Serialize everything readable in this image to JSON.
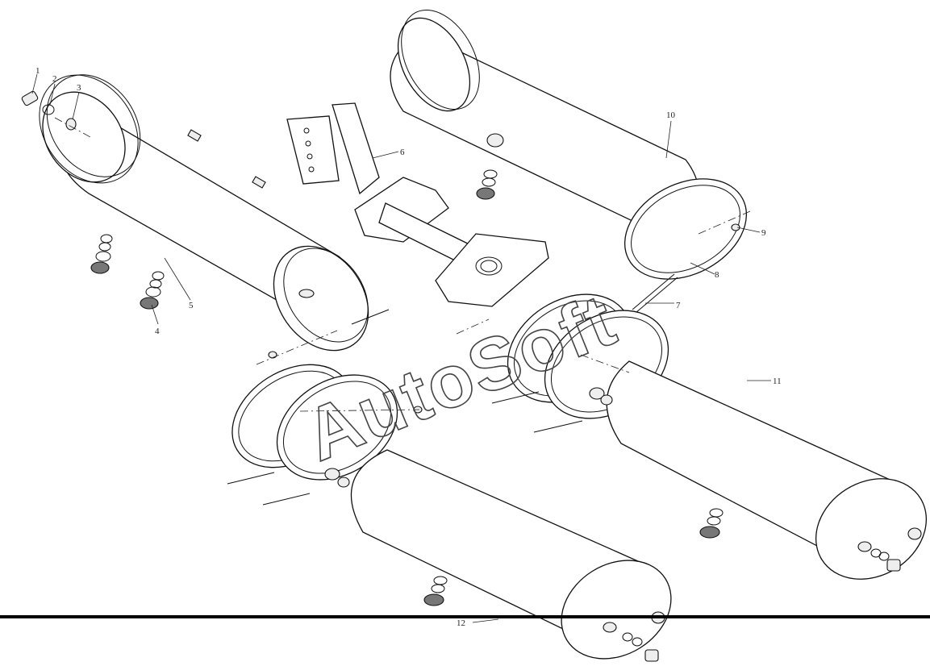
{
  "watermark": "AutoSoft",
  "callouts": [
    {
      "id": "c1",
      "text": "1"
    },
    {
      "id": "c2",
      "text": "2"
    },
    {
      "id": "c3",
      "text": "3"
    },
    {
      "id": "c4",
      "text": "4"
    },
    {
      "id": "c5",
      "text": "5"
    },
    {
      "id": "c6",
      "text": "6"
    },
    {
      "id": "c7",
      "text": "7"
    },
    {
      "id": "c8",
      "text": "8"
    },
    {
      "id": "c9",
      "text": "9"
    },
    {
      "id": "c10",
      "text": "10"
    },
    {
      "id": "c11",
      "text": "11"
    },
    {
      "id": "c12",
      "text": "12"
    }
  ]
}
